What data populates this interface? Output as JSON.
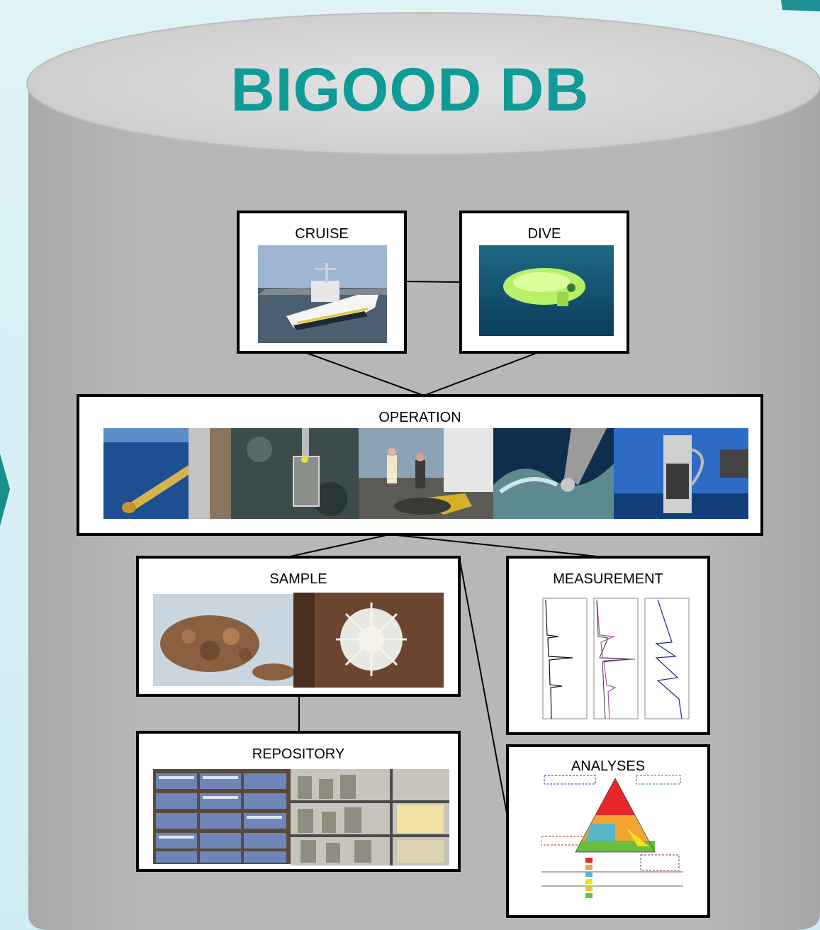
{
  "title": "BIGOOD DB",
  "colors": {
    "title": "#0f9b98",
    "cylinder_body": "#b4b4b4",
    "cylinder_top": "#d6d6d6",
    "arrow": "#178f8c",
    "background": "#d8f1f6"
  },
  "nodes": {
    "cruise": {
      "label": "CRUISE",
      "image": "research-vessel-photo"
    },
    "dive": {
      "label": "DIVE",
      "image": "submersible-underwater-photo"
    },
    "operation": {
      "label": "OPERATION",
      "images": [
        "corer-deployment-photo",
        "seafloor-sampler-photo",
        "deck-crew-photo",
        "rov-arm-photo",
        "lander-photo"
      ]
    },
    "sample": {
      "label": "SAMPLE",
      "images": [
        "rock-samples-photo",
        "sea-anemone-photo"
      ]
    },
    "measurement": {
      "label": "MEASUREMENT",
      "image": "cpt-profile-plot"
    },
    "repository": {
      "label": "REPOSITORY",
      "images": [
        "core-storage-shelves-photo",
        "specimen-jars-photo"
      ]
    },
    "analyses": {
      "label": "ANALYSES",
      "image": "sediment-ternary-diagram"
    }
  }
}
